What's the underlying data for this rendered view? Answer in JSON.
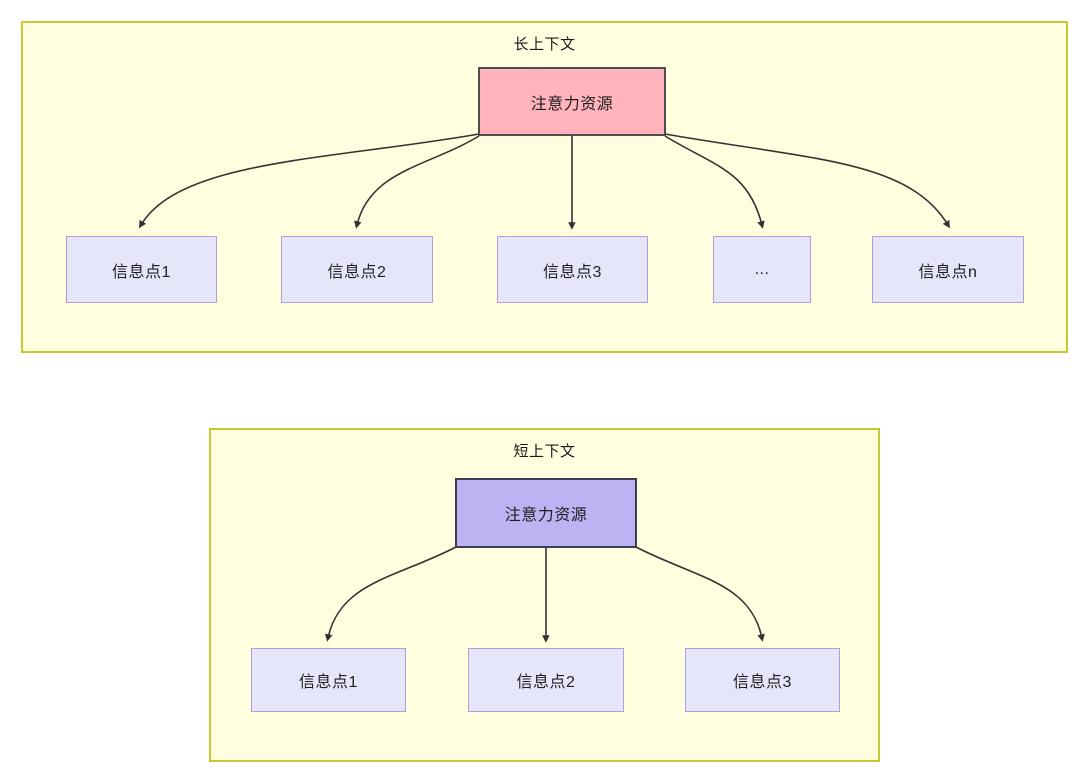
{
  "diagram": {
    "title_semantic": "attention-resource-allocation-long-vs-short-context",
    "colors": {
      "panel_fill": "#FFFFE0",
      "panel_border": "#C8C832",
      "attention_long_fill": "#FFB3BC",
      "attention_long_border": "#4D4D4D",
      "attention_short_fill": "#BBB3F2",
      "attention_short_border": "#3D3D52",
      "info_node_fill": "#E6E6FA",
      "info_node_border": "#B39DDB",
      "edge_stroke": "#333333",
      "text": "#1F1F1F",
      "background": "#FFFFFF"
    },
    "panels": [
      {
        "id": "long-context",
        "title": "长上下文",
        "root": {
          "label": "注意力资源"
        },
        "children": [
          {
            "label": "信息点1"
          },
          {
            "label": "信息点2"
          },
          {
            "label": "信息点3"
          },
          {
            "label": "..."
          },
          {
            "label": "信息点n"
          }
        ]
      },
      {
        "id": "short-context",
        "title": "短上下文",
        "root": {
          "label": "注意力资源"
        },
        "children": [
          {
            "label": "信息点1"
          },
          {
            "label": "信息点2"
          },
          {
            "label": "信息点3"
          }
        ]
      }
    ]
  }
}
